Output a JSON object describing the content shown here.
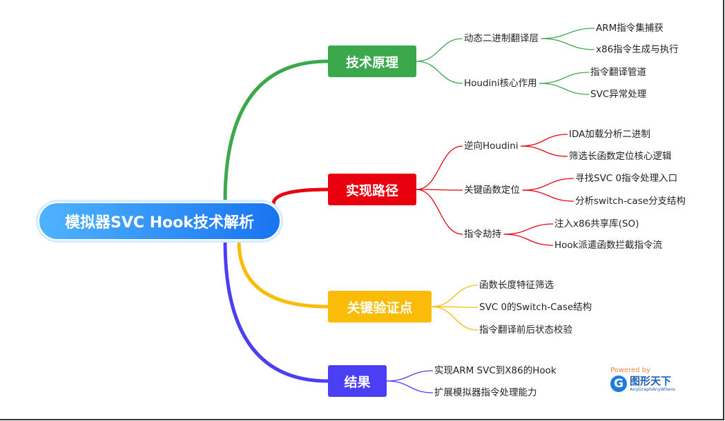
{
  "root": {
    "label": "模拟器SVC Hook技术解析"
  },
  "branches": [
    {
      "label": "技术原理",
      "color": "#3ba84c",
      "children": [
        {
          "label": "动态二进制翻译层",
          "children": [
            "ARM指令集捕获",
            "x86指令生成与执行"
          ]
        },
        {
          "label": "Houdini核心作用",
          "children": [
            "指令翻译管道",
            "SVC异常处理"
          ]
        }
      ]
    },
    {
      "label": "实现路径",
      "color": "#e8000f",
      "children": [
        {
          "label": "逆向Houdini",
          "children": [
            "IDA加载分析二进制",
            "筛选长函数定位核心逻辑"
          ]
        },
        {
          "label": "关键函数定位",
          "children": [
            "寻找SVC 0指令处理入口",
            "分析switch-case分支结构"
          ]
        },
        {
          "label": "指令劫持",
          "children": [
            "注入x86共享库(SO)",
            "Hook派遣函数拦截指令流"
          ]
        }
      ]
    },
    {
      "label": "关键验证点",
      "color": "#fbbb09",
      "children": [
        {
          "label": "函数长度特征筛选"
        },
        {
          "label": "SVC 0的Switch-Case结构"
        },
        {
          "label": "指令翻译前后状态校验"
        }
      ]
    },
    {
      "label": "结果",
      "color": "#4a3ff2",
      "children": [
        {
          "label": "实现ARM SVC到X86的Hook"
        },
        {
          "label": "扩展模拟器指令处理能力"
        }
      ]
    }
  ],
  "logo": {
    "powered": "Powered by",
    "name": "图形天下",
    "sub": "AnyGraphAnyWhere",
    "glyph": "G"
  }
}
